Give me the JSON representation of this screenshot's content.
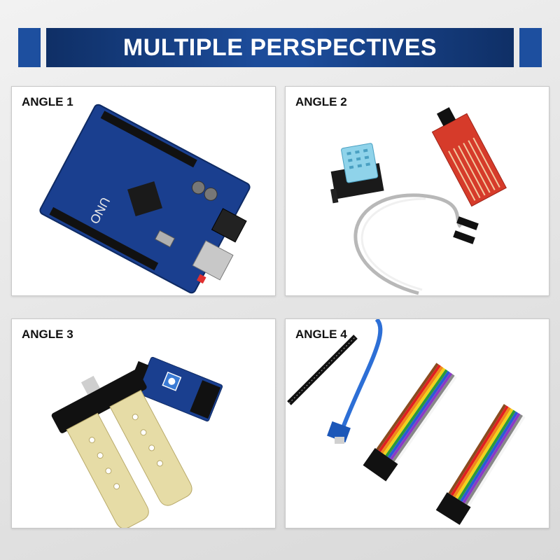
{
  "banner": {
    "title": "MULTIPLE PERSPECTIVES"
  },
  "colors": {
    "banner_blue": "#1c4c9a",
    "banner_dark": "#0f2f66",
    "pcb_blue": "#1a3f8f",
    "water_sensor_red": "#d63b2a"
  },
  "panels": [
    {
      "label": "ANGLE 1",
      "board_text": "UNO"
    },
    {
      "label": "ANGLE 2"
    },
    {
      "label": "ANGLE 3"
    },
    {
      "label": "ANGLE 4"
    }
  ]
}
